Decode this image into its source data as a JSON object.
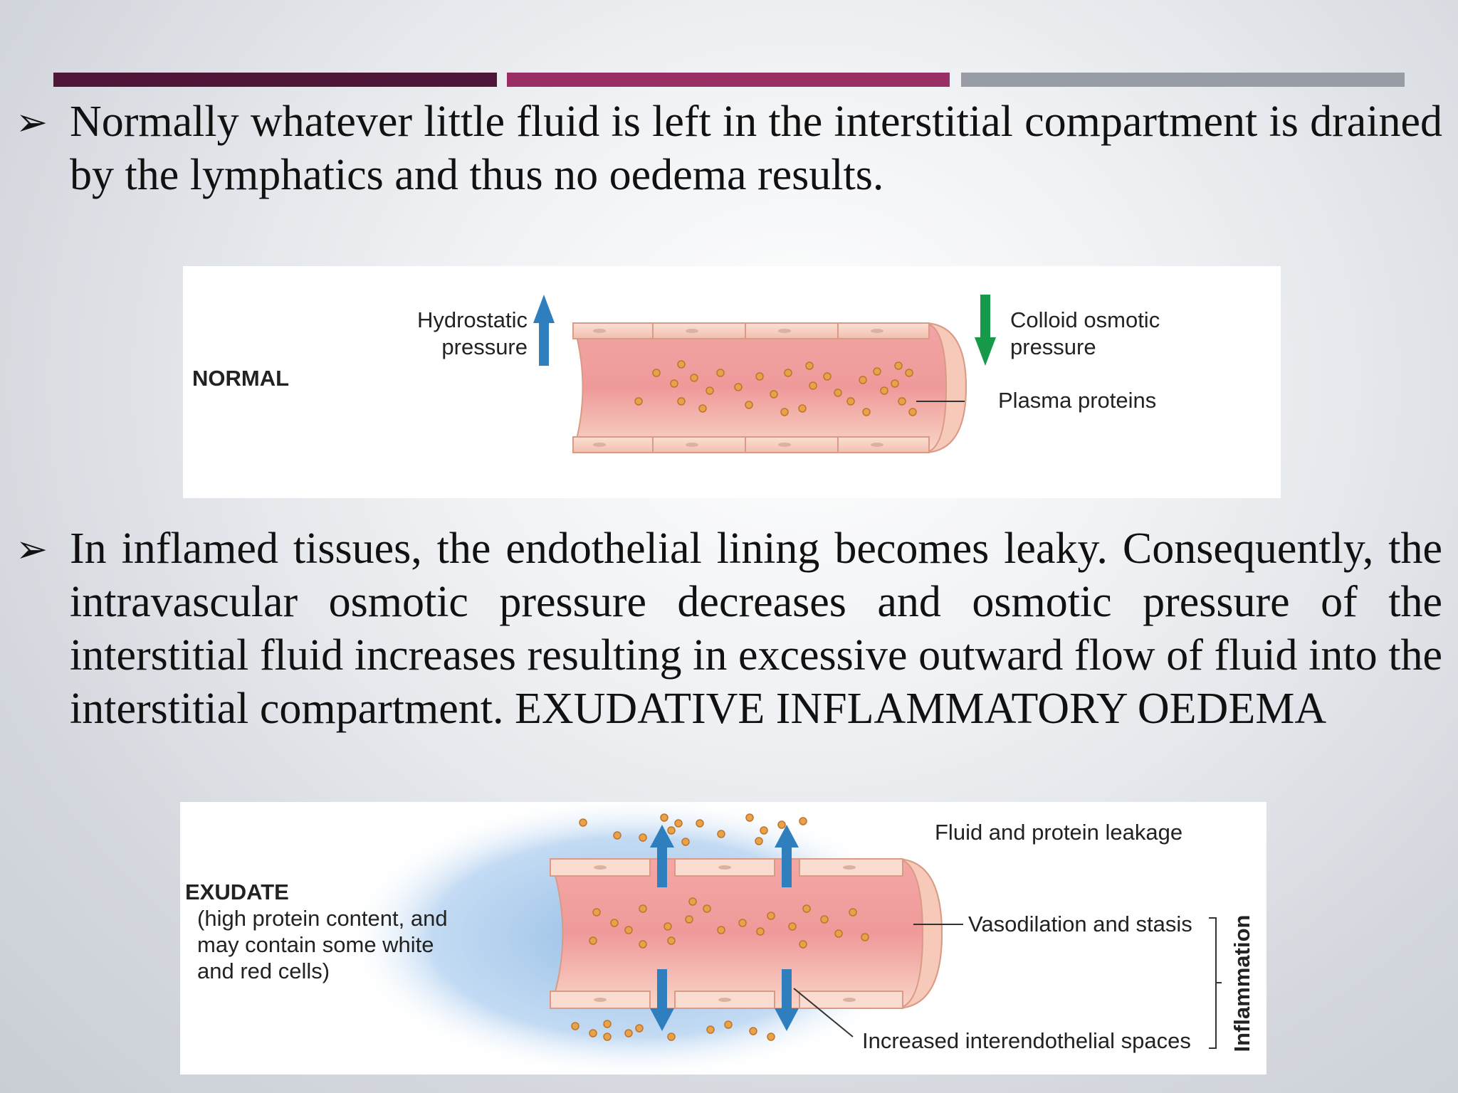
{
  "bullets": [
    {
      "text": "Normally whatever little fluid is left in the interstitial compartment is drained by the lymphatics and thus no oedema results."
    },
    {
      "text": "In inflamed tissues, the endothelial lining becomes leaky. Consequently, the intravascular osmotic pressure decreases and osmotic pressure of the interstitial fluid increases resulting in excessive outward flow of fluid into the interstitial compartment. EXUDATIVE INFLAMMATORY OEDEMA"
    }
  ],
  "figure_normal": {
    "title": "NORMAL",
    "hydrostatic_line1": "Hydrostatic",
    "hydrostatic_line2": "pressure",
    "colloid_line1": "Colloid osmotic",
    "colloid_line2": "pressure",
    "plasma": "Plasma proteins",
    "colors": {
      "up_arrow": "#2f7fbf",
      "down_arrow": "#17994a",
      "protein": "#e0913a"
    }
  },
  "figure_exudate": {
    "title": "EXUDATE",
    "desc_line1": "(high protein content, and",
    "desc_line2": "may contain some white",
    "desc_line3": "and red cells)",
    "leakage": "Fluid and protein leakage",
    "vasodilation": "Vasodilation and stasis",
    "spaces": "Increased interendothelial spaces",
    "inflammation": "Inflammation",
    "colors": {
      "arrow": "#2f7fbf",
      "halo": "#9cc3e8"
    }
  },
  "decor_colors": {
    "bar1": "#4e1638",
    "bar2": "#9a2d63",
    "bar3": "#989ca4"
  }
}
